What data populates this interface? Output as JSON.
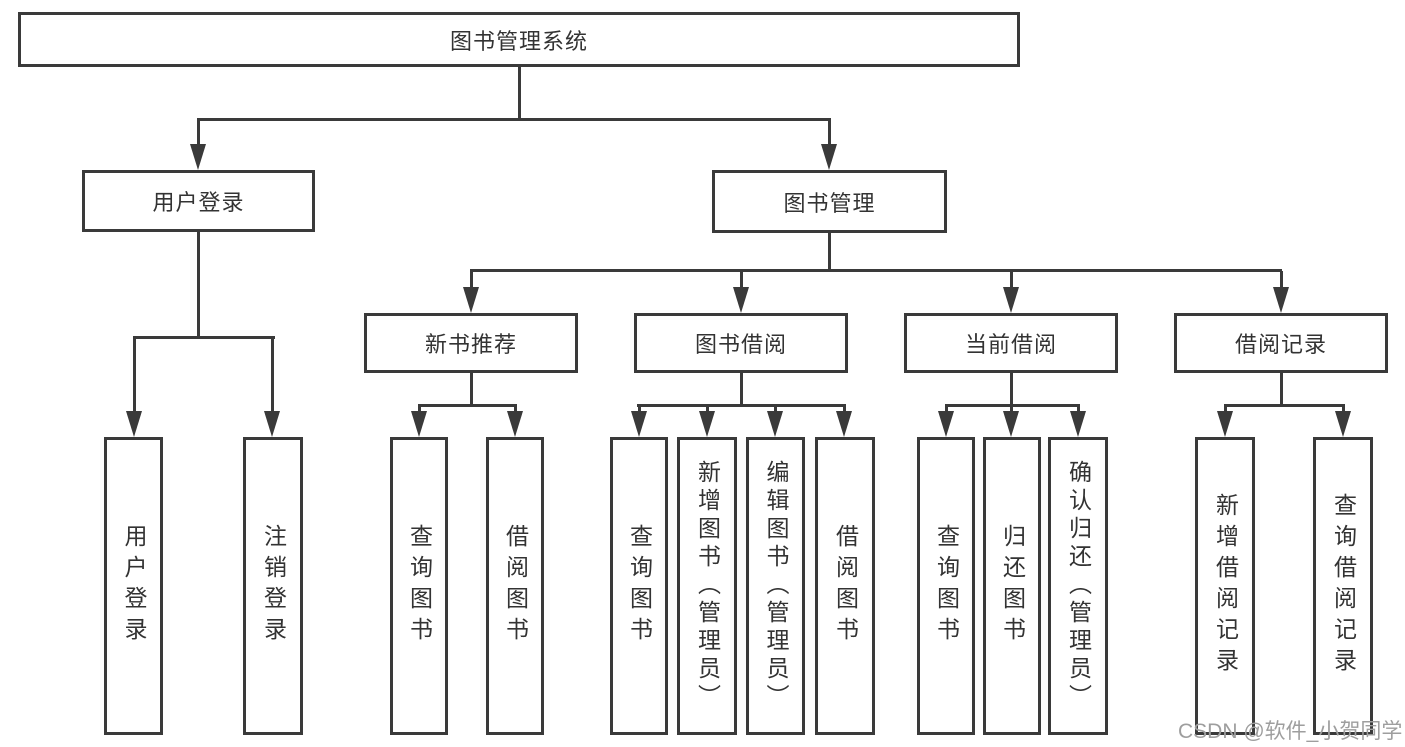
{
  "page": {
    "watermark": "CSDN @软件_小贺同学"
  },
  "colors": {
    "line": "#3a3a3a",
    "text": "#333333",
    "watermark": "#9e9e9e",
    "background": "#ffffff"
  },
  "tree": {
    "root": {
      "label": "图书管理系统"
    },
    "branches": [
      {
        "label": "用户登录",
        "children": [
          {
            "label": "用户登录"
          },
          {
            "label": "注销登录"
          }
        ]
      },
      {
        "label": "图书管理",
        "children": [
          {
            "label": "新书推荐",
            "children": [
              {
                "label": "查询图书"
              },
              {
                "label": "借阅图书"
              }
            ]
          },
          {
            "label": "图书借阅",
            "children": [
              {
                "label": "查询图书"
              },
              {
                "label": "新增图书（管理员）"
              },
              {
                "label": "编辑图书（管理员）"
              },
              {
                "label": "借阅图书"
              }
            ]
          },
          {
            "label": "当前借阅",
            "children": [
              {
                "label": "查询图书"
              },
              {
                "label": "归还图书"
              },
              {
                "label": "确认归还（管理员）"
              }
            ]
          },
          {
            "label": "借阅记录",
            "children": [
              {
                "label": "新增借阅记录"
              },
              {
                "label": "查询借阅记录"
              }
            ]
          }
        ]
      }
    ]
  }
}
